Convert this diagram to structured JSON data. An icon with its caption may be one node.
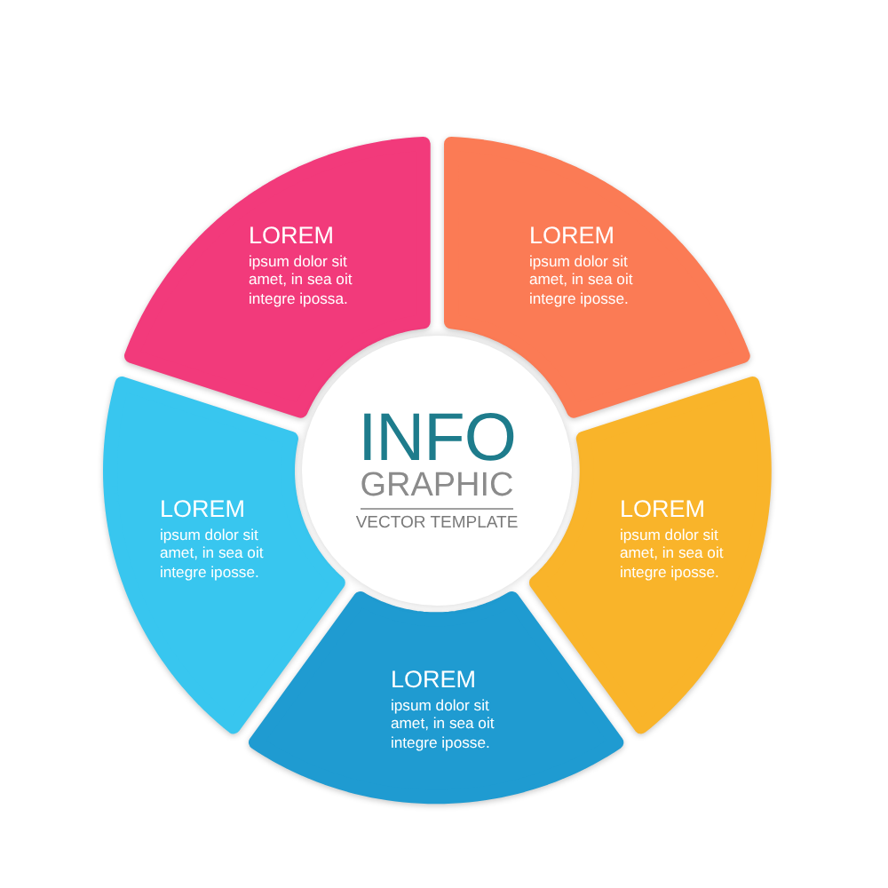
{
  "diagram": {
    "nodes": [
      {
        "text": [
          "LOREM",
          "ipsum dolor sit amet, in sea oit integre ipossa."
        ]
      },
      {
        "text": [
          "LOREM",
          "ipsum dolor sit amet, in sea oit integre iposse."
        ]
      },
      {
        "text": [
          "INFO",
          "GRAPHIC",
          "VECTOR TEMPLATE"
        ]
      },
      {
        "text": [
          "LOREM",
          "ipsum dolor sit amet, in sea oit integre iposse."
        ]
      },
      {
        "text": [
          "LOREM",
          "ipsum dolor sit amet, in sea oit integre iposse."
        ]
      },
      {
        "text": [
          "LOREM",
          "ipsum dolor sit amet, in sea oit integre iposse."
        ]
      }
    ]
  }
}
